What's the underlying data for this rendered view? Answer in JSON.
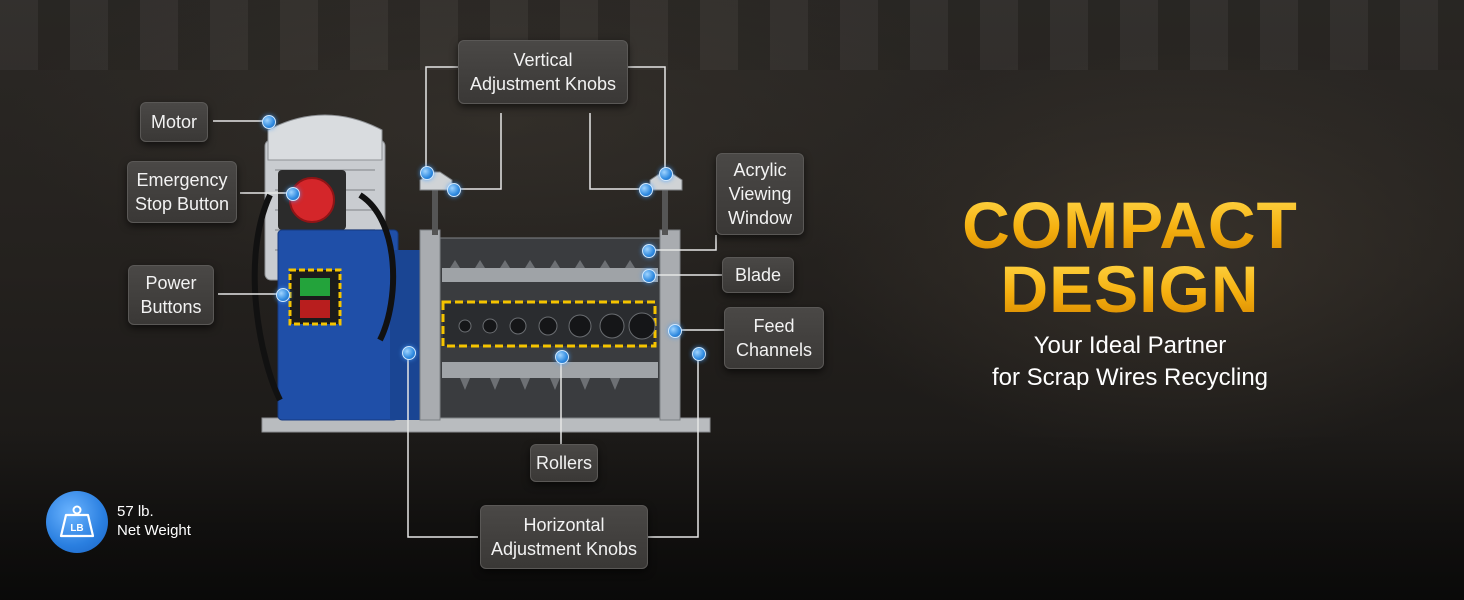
{
  "headline": {
    "line1": "COMPACT",
    "line2": "DESIGN"
  },
  "tagline": {
    "line1": "Your Ideal Partner",
    "line2": "for Scrap Wires Recycling"
  },
  "weight": {
    "icon": "weight-icon",
    "icon_text": "LB",
    "value": "57 lb.",
    "label": "Net Weight"
  },
  "labels": {
    "motor": "Motor",
    "emergency_1": "Emergency",
    "emergency_2": "Stop Button",
    "power_1": "Power",
    "power_2": "Buttons",
    "vertical_1": "Vertical",
    "vertical_2": "Adjustment Knobs",
    "acrylic_1": "Acrylic",
    "acrylic_2": "Viewing",
    "acrylic_3": "Window",
    "blade": "Blade",
    "feed_1": "Feed",
    "feed_2": "Channels",
    "rollers": "Rollers",
    "horizontal_1": "Horizontal",
    "horizontal_2": "Adjustment Knobs"
  },
  "colors": {
    "accent": "#f5b010",
    "callout_dot": "#2f8ae0",
    "machine_blue": "#1f4fa8"
  }
}
